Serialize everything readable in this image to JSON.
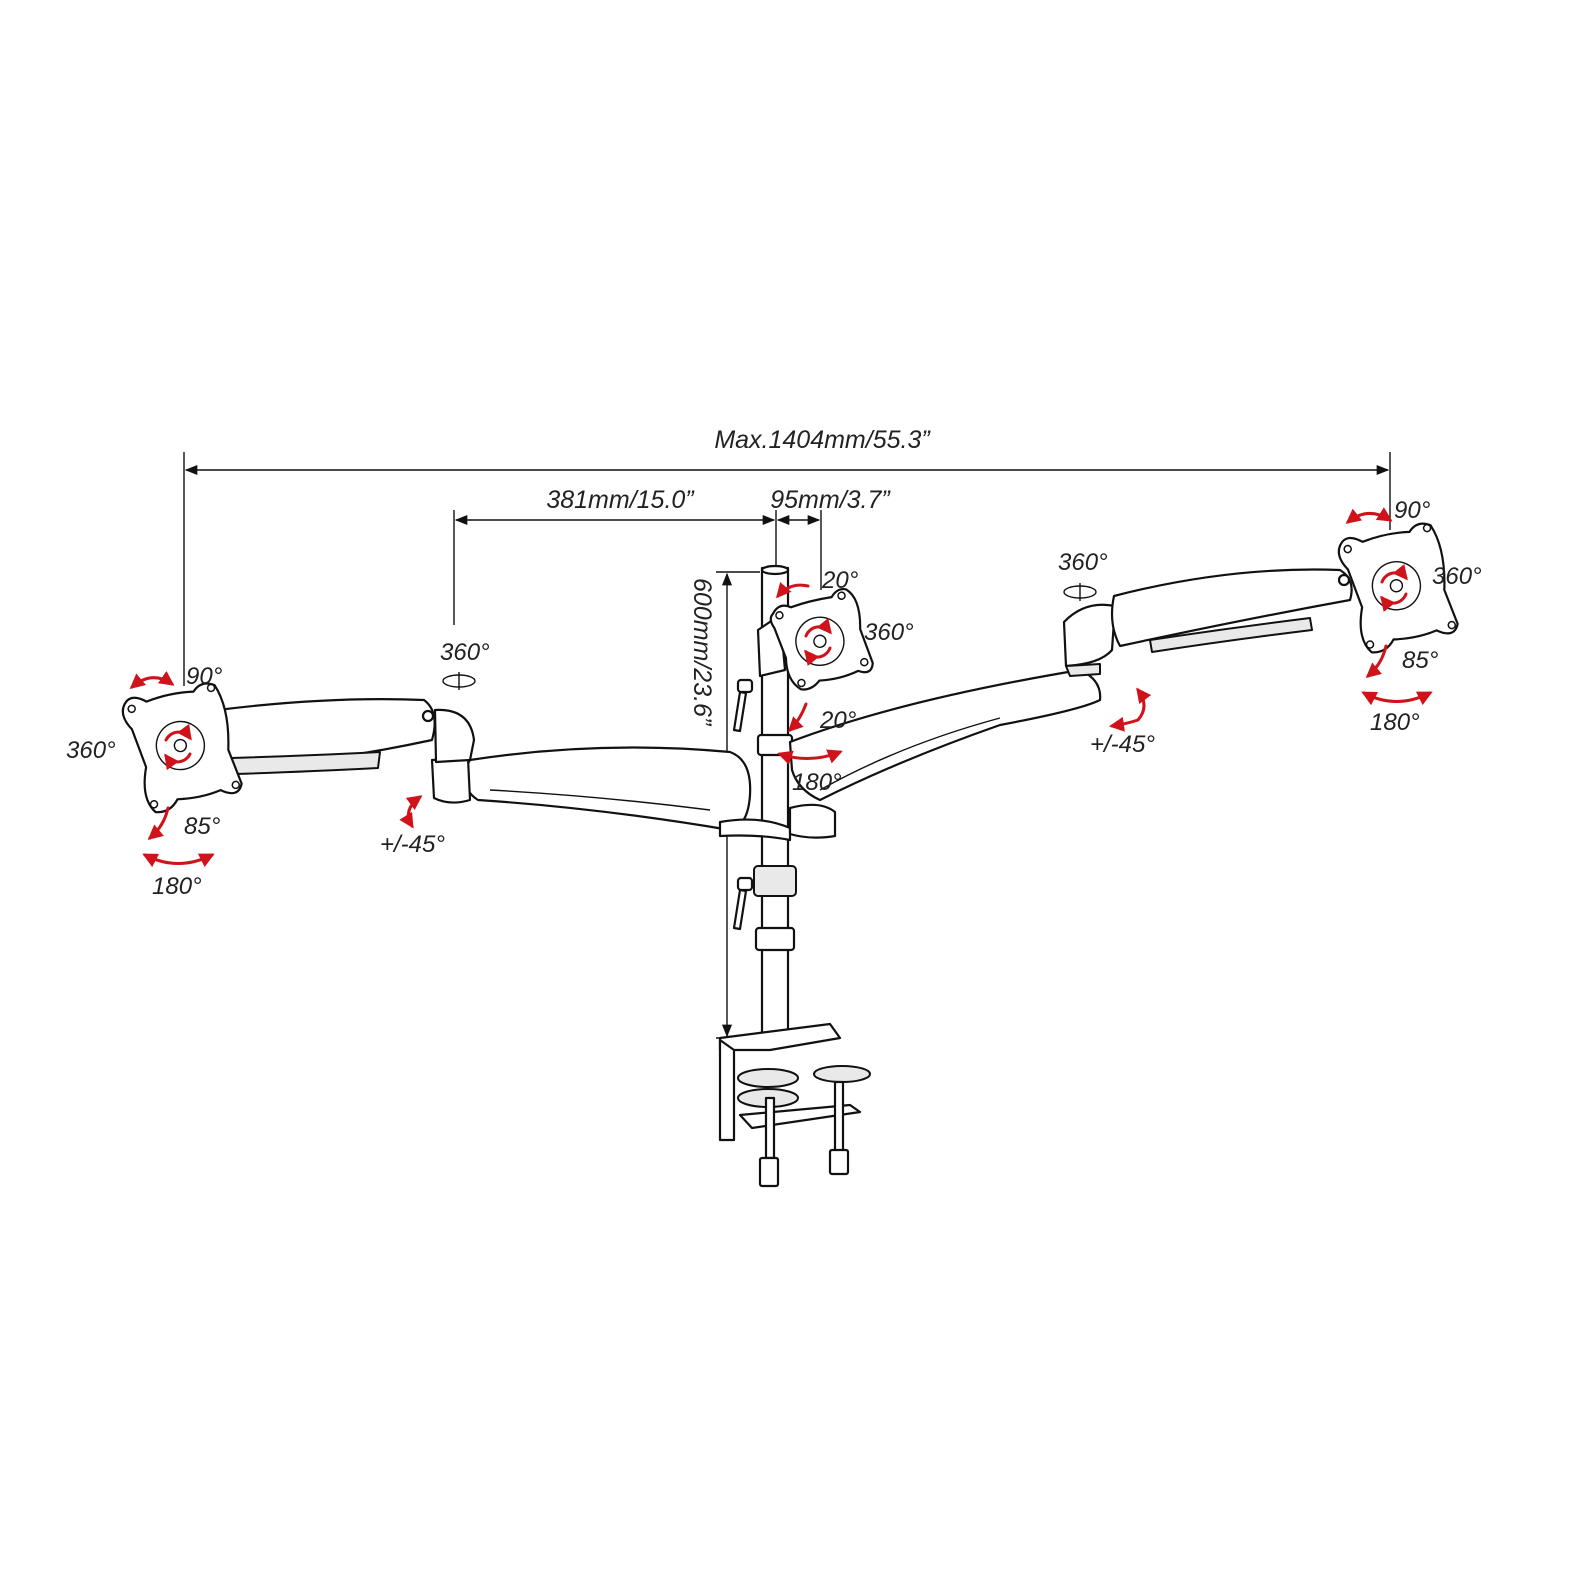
{
  "colors": {
    "line": "#111111",
    "rotation_arrow": "#d0121b",
    "background": "#ffffff"
  },
  "dimensions": {
    "overall_width": "Max.1404mm/55.3”",
    "arm_reach": "381mm/15.0”",
    "mount_offset": "95mm/3.7”",
    "pole_height": "600mm/23.6”"
  },
  "left_monitor": {
    "tilt": "90°",
    "rotate": "360°",
    "pan": "85°",
    "swivel": "180°",
    "joint_swivel": "360°",
    "arm_tilt": "+/-45°"
  },
  "center_monitor": {
    "tilt_up": "20°",
    "rotate": "360°",
    "tilt_down": "20°",
    "swivel": "180°"
  },
  "right_monitor": {
    "tilt": "90°",
    "rotate": "360°",
    "pan": "85°",
    "swivel": "180°",
    "joint_swivel": "360°",
    "arm_tilt": "+/-45°"
  },
  "icons": [
    "vesa-plate-icon",
    "rotation-arrow-icon",
    "desk-clamp-icon"
  ]
}
